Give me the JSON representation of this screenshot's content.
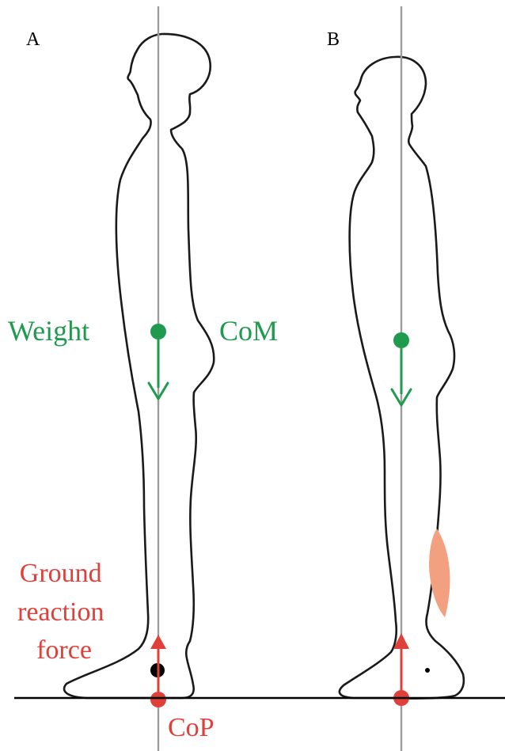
{
  "panels": {
    "a": {
      "label": "A"
    },
    "b": {
      "label": "B"
    }
  },
  "labels": {
    "weight": "Weight",
    "com": "CoM",
    "ground_reaction_force": [
      "Ground",
      "reaction",
      "force"
    ],
    "cop": "CoP"
  },
  "colors": {
    "weight": "#1f9a4e",
    "ground_reaction": "#e0403a",
    "muscle": "#f2a080",
    "outline": "#1a1a1a",
    "plumb_line": "#9c9c9c",
    "ground": "#000000"
  },
  "icons": {
    "com_marker": "filled-circle",
    "cop_marker": "filled-circle",
    "weight_vector": "down-arrow",
    "force_vector": "up-arrow",
    "ankle_joint": "black-dot",
    "calf_muscle": "shaded-ellipse"
  }
}
